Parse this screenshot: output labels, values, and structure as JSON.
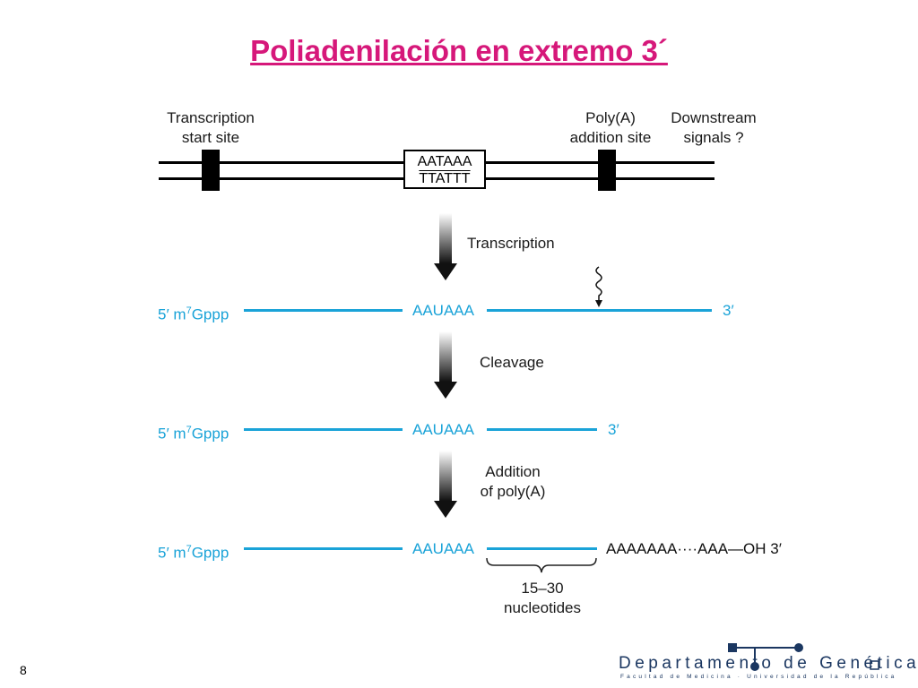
{
  "title": "Poliadenilación en extremo 3´",
  "colors": {
    "title": "#d6187a",
    "rna": "#1aa3d8",
    "dept": "#1b3761"
  },
  "gene": {
    "tss_label": [
      "Transcription",
      "start site"
    ],
    "polya_label": [
      "Poly(A)",
      "addition site"
    ],
    "downstream_label": [
      "Downstream",
      "signals ?"
    ],
    "box_top": "AATAAA",
    "box_bottom": "TTATTT"
  },
  "steps": {
    "transcription": "Transcription",
    "cleavage": "Cleavage",
    "addition": [
      "Addition",
      "of poly(A)"
    ]
  },
  "rna": {
    "five_prime": "5′",
    "cap_m": "m",
    "cap_sup": "7",
    "cap_rest": "Gppp",
    "signal": "AAUAAA",
    "three_prime": "3′",
    "tail": "AAAAAAA····AAA—OH 3′"
  },
  "brace_label": [
    "15–30",
    "nucleotides"
  ],
  "page_number": "8",
  "footer": {
    "department": "Departamento de Genética",
    "sub": "Facultad de Medicina · Universidad de la República"
  }
}
